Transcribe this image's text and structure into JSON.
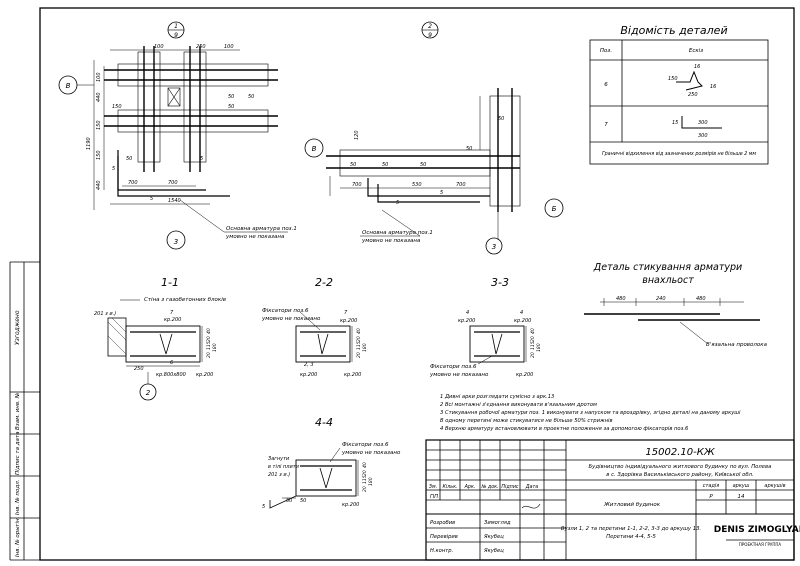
{
  "sheet": {
    "code": "15002.10-КЖ",
    "project": [
      "Будівництво індивідуального житлового будинку по вул. Полева",
      "в с. Здорівка Васильківського району, Київської обл."
    ],
    "object": "Житловий будинок",
    "drawing_title": [
      "Вузли 1, 2 та перетини 1-1, 2-2, 3-3 до аркушу 13.",
      "Перетини 4-4, 5-5"
    ],
    "stage": "Р",
    "sheet_no": "14",
    "company": "DENIS ZIMOGLYAD",
    "company_sub": "ПРОЕКТНАЯ ГРУППА",
    "col_headers": {
      "stage": "стадія",
      "sheet": "аркуш",
      "sheets": "аркушів"
    },
    "rev_headers": [
      "Зм.",
      "Кільк.",
      "Арк.",
      "№ док.",
      "Підпис",
      "Дата"
    ],
    "gip": "ГІП",
    "roles": [
      {
        "role": "Розробив",
        "name": "Зимогляд"
      },
      {
        "role": "Перевірив",
        "name": "Якубец"
      },
      {
        "role": "Н.контр.",
        "name": "Якубец"
      }
    ]
  },
  "left_stamp": [
    "Узгоджено",
    "Взам. инв. №",
    "Підпис та дата",
    "Інв. № подл.",
    "Інв. № орыгін."
  ],
  "details_table": {
    "title": "Відомість деталей",
    "col_pos": "Поз.",
    "col_sketch": "Ескіз",
    "rows": [
      {
        "pos": "6",
        "dims": [
          "150",
          "16",
          "250",
          "16"
        ]
      },
      {
        "pos": "7",
        "dims": [
          "15",
          "300",
          "300"
        ]
      }
    ],
    "note": "Граничні відхилення від зазначених розмірів не більше 2 мм"
  },
  "nodes": {
    "node1": {
      "num": "1",
      "sheet": "9",
      "axis": "В",
      "callout": "3",
      "top_dims": [
        "100",
        "250",
        "100"
      ],
      "side_dims": [
        "1190",
        "100",
        "440",
        "150",
        "150",
        "440"
      ],
      "bottom_dims": [
        "700",
        "700",
        "1540"
      ],
      "inner": [
        "50",
        "50",
        "50",
        "50",
        "150",
        "5",
        "5",
        "5"
      ],
      "notes": [
        "Основна арматура поз.1",
        "умовно не показана"
      ]
    },
    "node2": {
      "num": "2",
      "sheet": "9",
      "axis_left": "В",
      "axis_right": "Б",
      "callout": "3",
      "dims": [
        "700",
        "530",
        "700",
        "50",
        "50",
        "50",
        "50",
        "120",
        "50",
        "5",
        "5"
      ],
      "notes": [
        "Основна арматура поз.1",
        "умовно не показана"
      ]
    }
  },
  "sections": {
    "s11": {
      "title": "1-1",
      "wall": "Стіна з газобетонних блоків",
      "level": "201 з и.)",
      "labels": [
        "7",
        "кр.200",
        "6",
        "кр.800х800",
        "кр.200",
        "250"
      ],
      "callout": "2"
    },
    "s22": {
      "title": "2-2",
      "labels": [
        "Фіксатори поз.6",
        "умовно не показано",
        "7",
        "кр.200",
        "2, 3",
        "кр.200",
        "кр.200"
      ]
    },
    "s33": {
      "title": "3-3",
      "labels": [
        "4",
        "кр.200",
        "4",
        "кр.200",
        "Фіксатори поз.6",
        "умовно не показано",
        "кр.200"
      ]
    },
    "s44": {
      "title": "4-4",
      "labels": [
        "Фіксатори поз.6",
        "умовно не показано",
        "Загнути",
        "в тілі плити",
        "201 з и.)",
        "50",
        "50",
        "5",
        "кр.200"
      ]
    },
    "dims": [
      "40",
      "20",
      "115",
      "20",
      "180"
    ]
  },
  "splice": {
    "title": [
      "Деталь стикування арматури",
      "внахльост"
    ],
    "dims": [
      "480",
      "240",
      "480"
    ],
    "note": "В'язальна проволока"
  },
  "general_notes": [
    "1  Дивні арки розглядати сумісно з арк.13",
    "2  Всі монтажні з'єднання виконувати в'язальним дротом",
    "3  Стикування робочої арматури поз. 1 виконувати з напуском та  вроздрівку, згідно деталі на даному аркуші",
    "    В одному перетині може стикуватися не більше 50% стрижнів",
    "4  Верхню арматуру встановлювати в проектне положення за допомогою фіксаторів поз.6"
  ]
}
